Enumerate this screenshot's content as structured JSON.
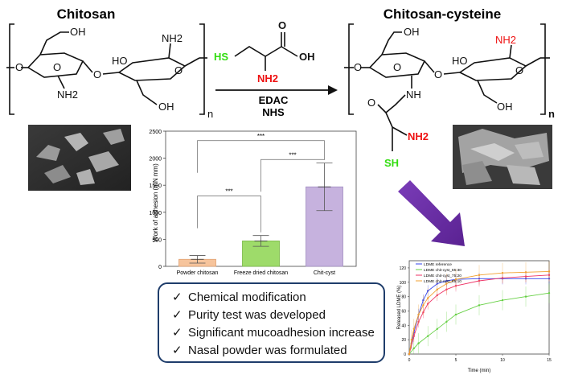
{
  "titles": {
    "left": "Chitosan",
    "right": "Chitosan-cysteine"
  },
  "chitosan_labels": {
    "oh_top": "OH",
    "nh2_top": "NH2",
    "ho_mid": "HO",
    "o_ring1": "O",
    "o_link": "O",
    "o_ring2": "O",
    "o_left": "O",
    "nh2_bottom": "NH2",
    "oh_bottom": "OH",
    "n": "n"
  },
  "reaction": {
    "hs": "HS",
    "oh_acid": "OH",
    "o_carbonyl": "O",
    "nh2": "NH2",
    "reagent1": "EDAC",
    "reagent2": "NHS"
  },
  "product_labels": {
    "oh_top": "OH",
    "nh2_top": "NH2",
    "ho_mid": "HO",
    "o_ring1": "O",
    "o_link": "O",
    "o_ring2": "O",
    "o_left": "O",
    "nh": "NH",
    "oh_bottom": "OH",
    "o_amide": "O",
    "nh2_side": "NH2",
    "sh": "SH",
    "n": "n"
  },
  "colors": {
    "green": "#33dd11",
    "red": "#ee1111",
    "purple_arrow": "#6a2ea6",
    "box_border": "#1f3d6b",
    "bar_orange": "#f6c49c",
    "bar_green": "#9edb6a",
    "bar_purple": "#c6b2de"
  },
  "chart_data": [
    {
      "type": "bar",
      "categories": [
        "Powder chitosan",
        "Freeze dried chitosan",
        "Chit-cyst"
      ],
      "values": [
        130,
        470,
        1470
      ],
      "errors": [
        70,
        100,
        440
      ],
      "ylabel": "Work of adhesion (mN mm)",
      "ylim": [
        0,
        2500
      ],
      "yticks": [
        0,
        500,
        1000,
        1500,
        2000,
        2500
      ],
      "significance": [
        {
          "from": 0,
          "to": 1,
          "label": "***"
        },
        {
          "from": 0,
          "to": 2,
          "label": "***"
        },
        {
          "from": 1,
          "to": 2,
          "label": "***"
        }
      ]
    },
    {
      "type": "line",
      "xlabel": "Time (min)",
      "ylabel": "Released LDME (%)",
      "xlim": [
        0,
        15
      ],
      "ylim": [
        0,
        130
      ],
      "xticks": [
        0,
        5,
        10,
        15
      ],
      "yticks": [
        0,
        20,
        40,
        60,
        80,
        100,
        120
      ],
      "legend": "top-left",
      "series": [
        {
          "name": "LDME reference",
          "color": "#3344ee",
          "x": [
            0,
            0.25,
            0.5,
            1,
            1.5,
            2,
            3,
            4,
            5,
            7.5,
            10,
            12.5,
            15
          ],
          "y": [
            0,
            15,
            30,
            55,
            75,
            88,
            98,
            102,
            104,
            105,
            105,
            105,
            105
          ]
        },
        {
          "name": "LDME chit-cyst_65:30",
          "color": "#66d044",
          "x": [
            0,
            0.5,
            1,
            2,
            3,
            4,
            5,
            7.5,
            10,
            12.5,
            15
          ],
          "y": [
            0,
            8,
            15,
            25,
            35,
            45,
            55,
            68,
            75,
            80,
            85
          ]
        },
        {
          "name": "LDME chit-cyst_75:20",
          "color": "#ee3366",
          "x": [
            0,
            0.5,
            1,
            1.5,
            2,
            3,
            4,
            5,
            7.5,
            10,
            12.5,
            15
          ],
          "y": [
            0,
            25,
            45,
            58,
            70,
            82,
            90,
            95,
            102,
            106,
            108,
            110
          ]
        },
        {
          "name": "LDME chit-cyst_85:10",
          "color": "#f0a030",
          "x": [
            0,
            0.25,
            0.5,
            1,
            1.5,
            2,
            3,
            4,
            5,
            7.5,
            10,
            12.5,
            15
          ],
          "y": [
            0,
            20,
            35,
            55,
            68,
            78,
            90,
            98,
            104,
            110,
            113,
            114,
            115
          ]
        }
      ]
    }
  ],
  "bullets": [
    "Chemical modification",
    "Purity test was developed",
    "Significant mucoadhesion increase",
    "Nasal powder was formulated"
  ],
  "bullet_mark": "✓"
}
